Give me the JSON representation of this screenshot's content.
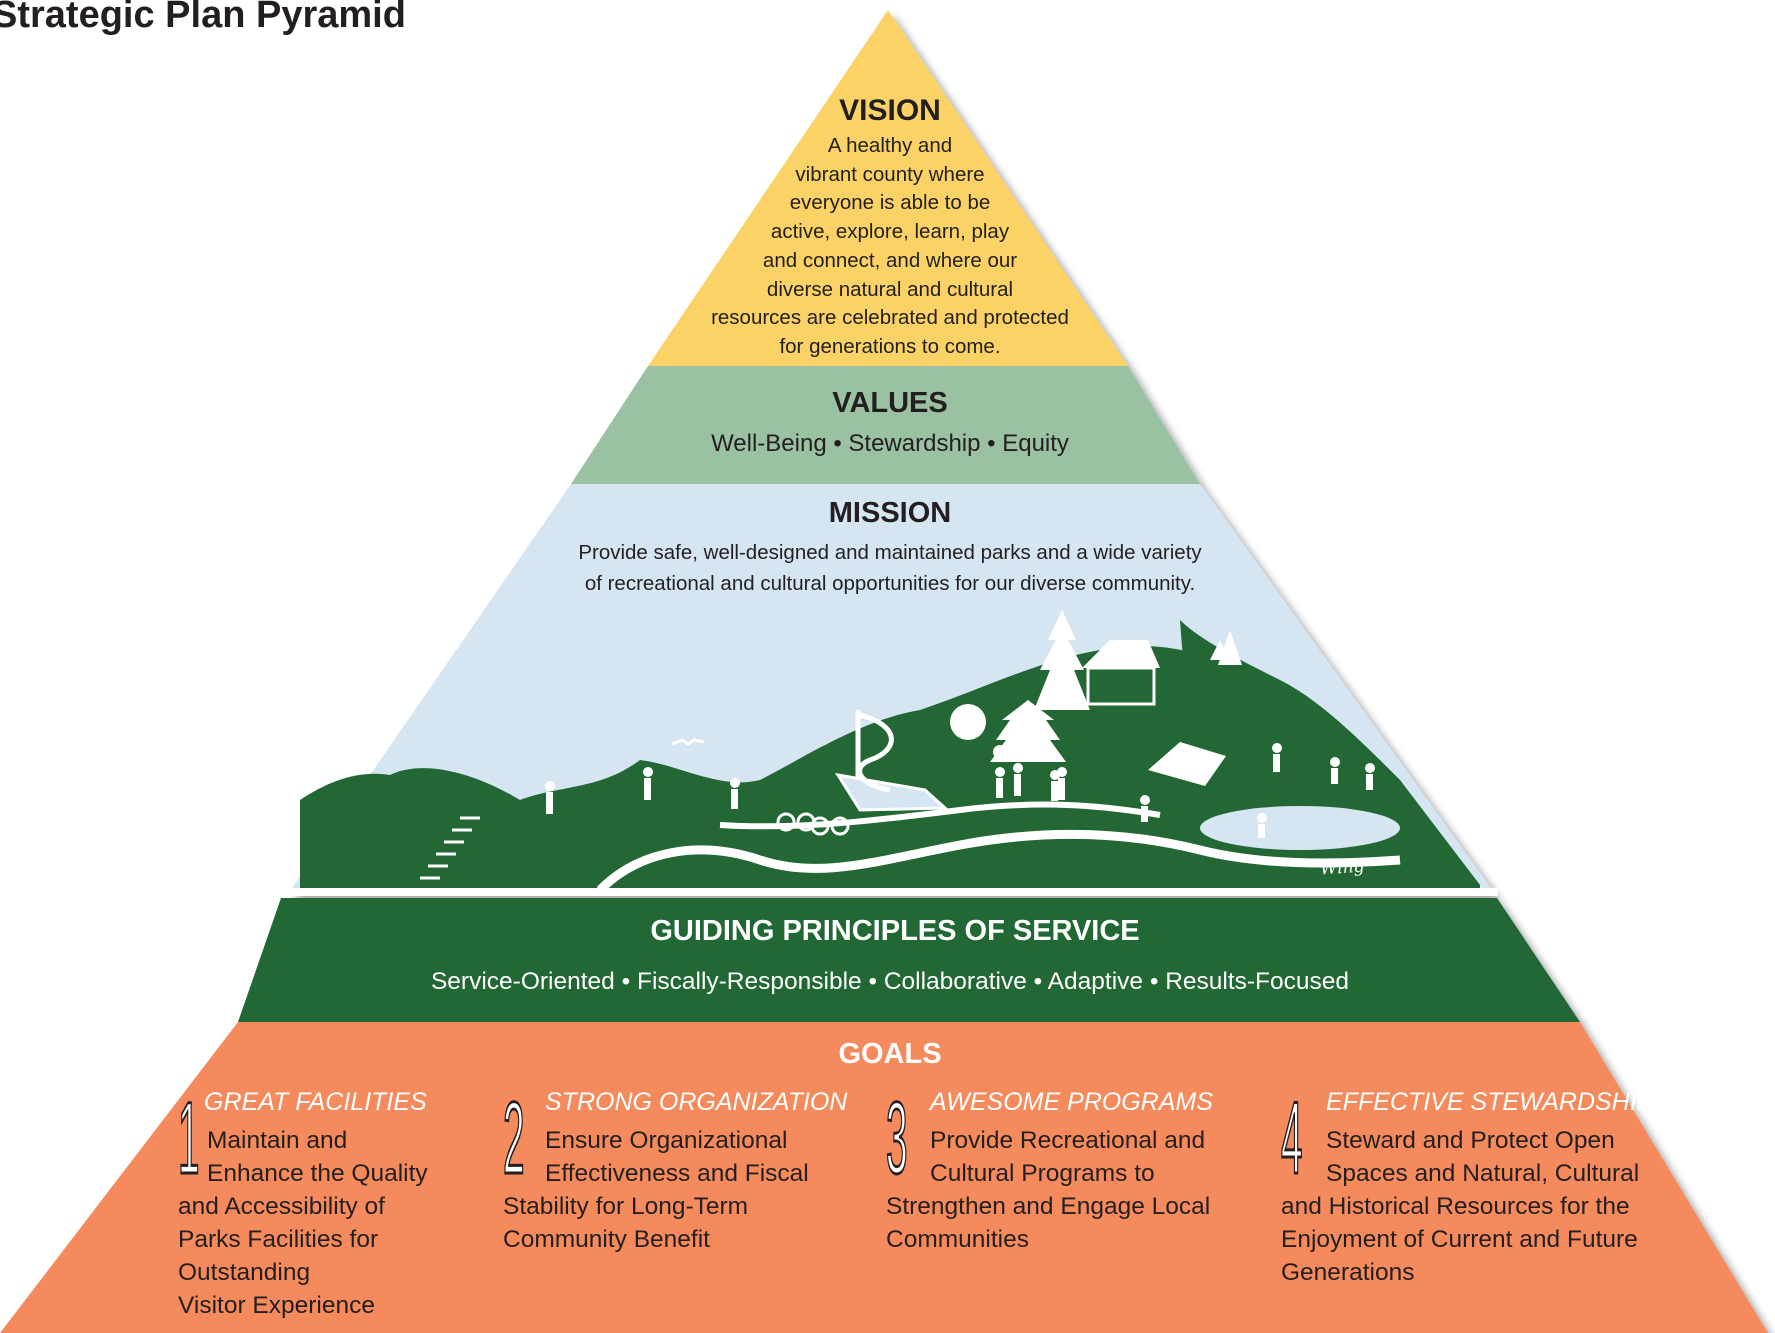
{
  "title": "Strategic Plan Pyramid",
  "colors": {
    "vision": "#fad266",
    "values": "#9ac1a1",
    "mission": "#d5e6f2",
    "guiding": "#236734",
    "goals": "#f58a5c",
    "landscape": "#236734"
  },
  "vision": {
    "heading": "VISION",
    "lines": [
      "A healthy and",
      "vibrant county where",
      "everyone is able to be",
      "active, explore, learn, play",
      "and connect, and where our",
      "diverse natural and cultural",
      "resources are celebrated and protected",
      "for generations to come."
    ]
  },
  "values": {
    "heading": "VALUES",
    "text": "Well-Being • Stewardship • Equity"
  },
  "mission": {
    "heading": "MISSION",
    "lines": [
      "Provide safe, well-designed and maintained parks and a wide variety",
      "of recreational and cultural opportunities for our diverse community."
    ]
  },
  "guiding_principles": {
    "heading": "GUIDING PRINCIPLES OF SERVICE",
    "text": "Service-Oriented • Fiscally-Responsible • Collaborative • Adaptive • Results-Focused"
  },
  "goals": {
    "heading": "GOALS",
    "items": [
      {
        "number": "1",
        "title": "GREAT FACILITIES",
        "lines": [
          "Maintain and",
          "Enhance the Quality",
          "and Accessibility of",
          "Parks Facilities for",
          "Outstanding",
          "Visitor Experience"
        ]
      },
      {
        "number": "2",
        "title": "STRONG ORGANIZATION",
        "lines": [
          "Ensure Organizational",
          "Effectiveness and Fiscal",
          "Stability for Long-Term",
          "Community Benefit"
        ]
      },
      {
        "number": "3",
        "title": "AWESOME PROGRAMS",
        "lines": [
          "Provide Recreational and",
          "Cultural Programs to",
          "Strengthen and Engage Local",
          "Communities"
        ]
      },
      {
        "number": "4",
        "title": "EFFECTIVE STEWARDSHIP",
        "lines": [
          "Steward and Protect Open",
          "Spaces and  Natural, Cultural",
          "and Historical Resources for the",
          "Enjoyment of Current and Future",
          "Generations"
        ]
      }
    ]
  },
  "illustration": {
    "signature": "Wing"
  }
}
